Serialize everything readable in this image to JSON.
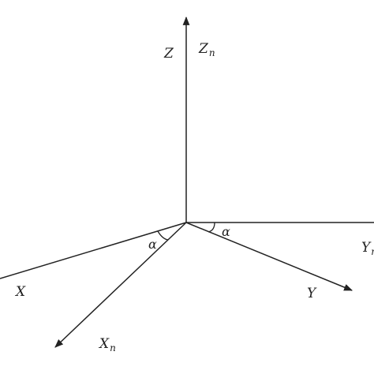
{
  "diagram": {
    "axes": {
      "z_label": "Z",
      "zn_label_main": "Z",
      "zn_label_sub": "n",
      "x_label": "X",
      "xn_label_main": "X",
      "xn_label_sub": "n",
      "y_label": "Y",
      "yn_label_main": "Y",
      "yn_label_sub": "n"
    },
    "angles": {
      "left_angle_label": "α",
      "right_angle_label": "α"
    },
    "colors": {
      "line": "#222222",
      "background": "#ffffff"
    }
  }
}
